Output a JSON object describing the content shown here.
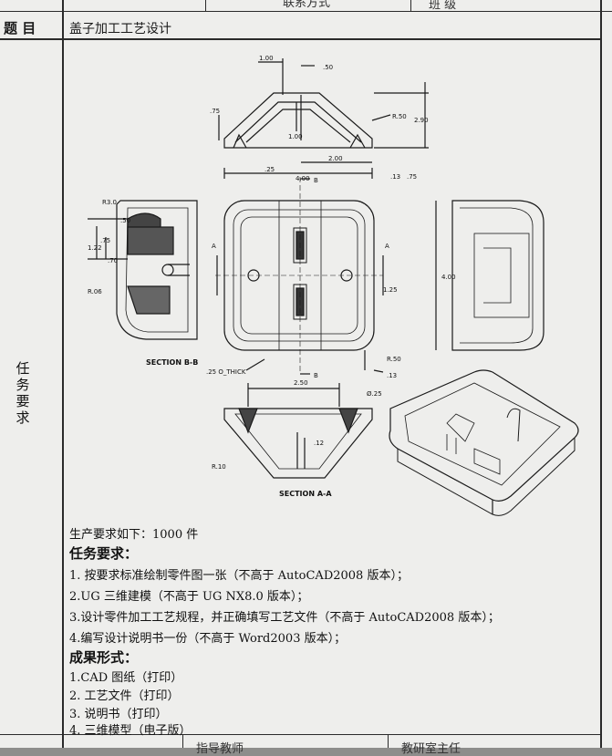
{
  "header": {
    "label_left": "题 目",
    "title": "盖子加工工艺设计",
    "cut_text_1": "联系方式",
    "cut_text_2": "班 级"
  },
  "side_label": "任务要求",
  "drawing": {
    "dims": [
      "1.00",
      ".50",
      ".75",
      "R.50",
      "2.90",
      "1.00",
      ".25",
      "2.00",
      "4.00",
      ".13",
      ".75",
      "R3.0",
      ".50",
      ".75",
      "1.22",
      ".70",
      "R.06",
      "1.25",
      "4.00",
      "R.50",
      ".13",
      ".25 O_THICK",
      "2.50",
      "Ø.25",
      ".12",
      "R.10",
      "A",
      "A",
      "B",
      "B"
    ],
    "section_bb": "SECTION B-B",
    "section_aa": "SECTION A-A"
  },
  "content": {
    "production": "生产要求如下：1000 件",
    "task_heading": "任务要求：",
    "tasks": [
      "1. 按要求标准绘制零件图一张（不高于 AutoCAD2008 版本）；",
      "2.UG 三维建模（不高于 UG NX8.0 版本）；",
      "3.设计零件加工工艺规程，并正确填写工艺文件（不高于 AutoCAD2008 版本）；",
      "4.编写设计说明书一份（不高于 Word2003 版本）；"
    ],
    "result_heading": "成果形式：",
    "results": [
      "1.CAD 图纸（打印）",
      "2. 工艺文件（打印）",
      "3. 说明书（打印）",
      "4. 三维模型（电子版）"
    ]
  },
  "footer": {
    "cut_text_1": "指导教师",
    "cut_text_2": "教研室主任"
  }
}
